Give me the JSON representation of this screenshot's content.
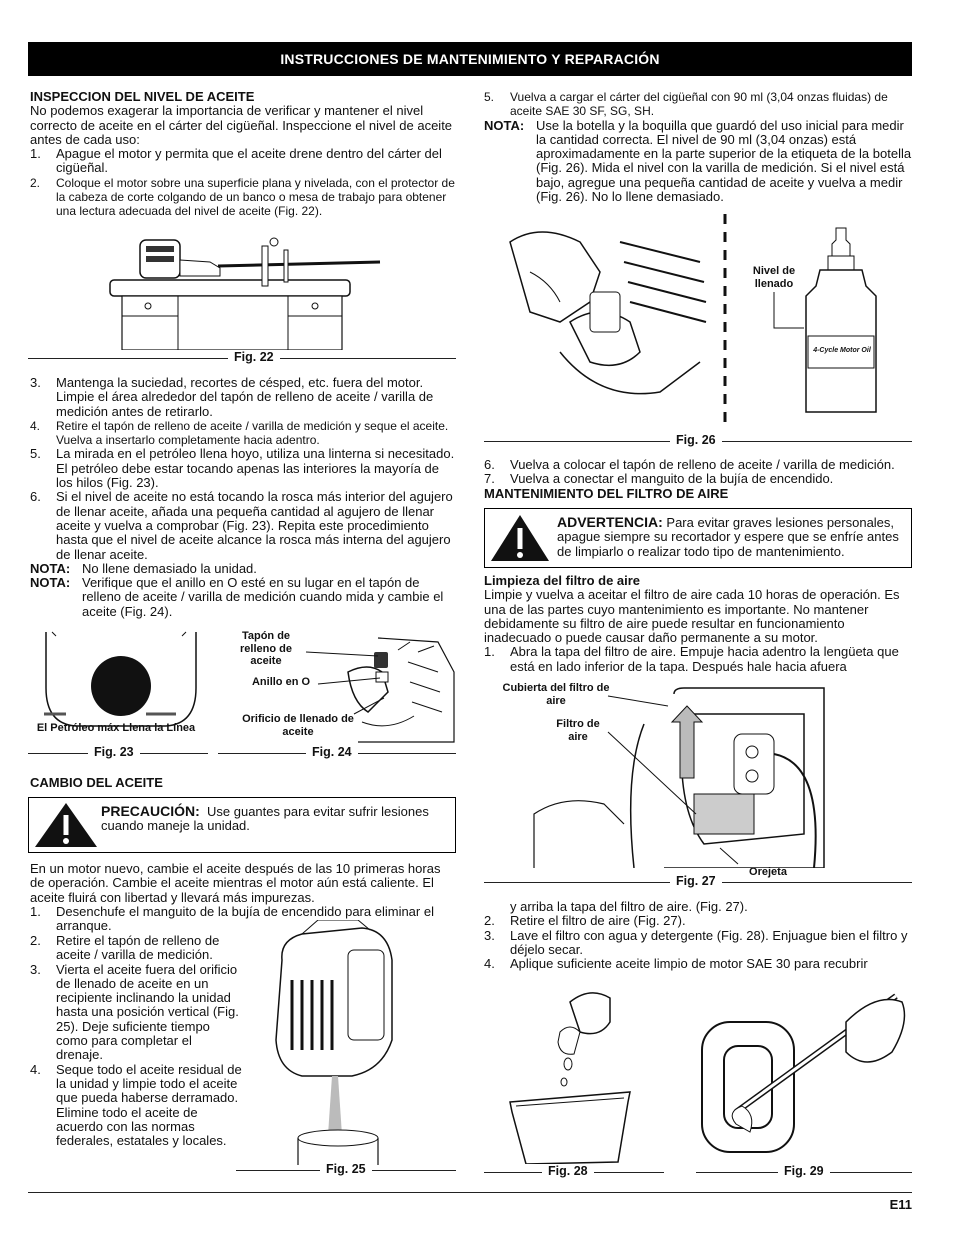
{
  "banner": "INSTRUCCIONES DE MANTENIMIENTO Y REPARACIÓN",
  "left": {
    "oil_check_heading": "INSPECCION DEL NIVEL DE ACEITE",
    "oil_check_intro": "No podemos exagerar la importancia de verificar y mantener el nivel correcto de aceite en el cárter del cigüeñal. Inspeccione el nivel de aceite antes de cada uso:",
    "step1_n": "1.",
    "step1": "Apague el motor y permita que el aceite drene dentro del cárter del cigüeñal.",
    "step2_n": "2.",
    "step2": "Coloque el motor sobre una superficie plana y nivelada, con el protector de la cabeza de corte colgando de un banco o mesa de trabajo para obtener una lectura adecuada del nivel de aceite (Fig. 22).",
    "fig22": "Fig. 22",
    "step3_n": "3.",
    "step3": "Mantenga la suciedad, recortes de césped, etc. fuera del motor. Limpie el área alrededor del tapón de relleno de aceite / varilla de medición antes de retirarlo.",
    "step4_n": "4.",
    "step4": "Retire el tapón de relleno de aceite / varilla de medición y seque el aceite. Vuelva a insertarlo completamente hacia adentro.",
    "step5_n": "5.",
    "step5": "La mirada en el petróleo llena hoyo, utiliza una linterna si necesitado. El petróleo debe estar tocando apenas las interiores la mayoría de los hilos (Fig. 23).",
    "step6_n": "6.",
    "step6": "Si el nivel de aceite no está tocando la rosca más interior del agujero de llenar aceite, añada una pequeña cantidad al agujero de llenar aceite y vuelva a comprobar (Fig. 23). Repita este procedimiento hasta que el nivel de aceite alcance la rosca más interna del agujero de llenar aceite.",
    "note_key": "NOTA:",
    "note1": "No llene demasiado la unidad.",
    "note2": "Verifique que el anillo en O esté en su lugar en el tapón de relleno de aceite / varilla de medición cuando mida y cambie el aceite (Fig. 24).",
    "fig23_label": "El Petróleo máx Llena la Línea",
    "fig23": "Fig. 23",
    "fig24_cap": "Tapón de relleno de aceite",
    "fig24_oring": "Anillo en O",
    "fig24_hole": "Orificio de llenado de aceite",
    "fig24": "Fig. 24",
    "oil_change_heading": "CAMBIO DEL ACEITE",
    "caution_kw": "PRECAUCIÓN:",
    "caution_text": "Use guantes para evitar sufrir lesiones cuando maneje la unidad.",
    "change_intro": "En un motor nuevo, cambie el aceite después de las 10 primeras horas de operación. Cambie el aceite mientras el motor aún está caliente. El aceite fluirá con libertad y llevará más impurezas.",
    "c1_n": "1.",
    "c1": "Desenchufe el manguito de la bujía de encendido para eliminar el arranque.",
    "c2_n": "2.",
    "c2": "Retire el tapón de relleno de aceite / varilla de medición.",
    "c3_n": "3.",
    "c3": "Vierta el aceite fuera del orificio de llenado de aceite en un recipiente inclinando la unidad hasta una posición vertical (Fig. 25). Deje suficiente tiempo como para completar el drenaje.",
    "c4_n": "4.",
    "c4": "Seque todo el aceite residual de la unidad y limpie todo el aceite que pueda haberse derramado. Elimine todo el aceite de acuerdo con las normas federales, estatales y locales.",
    "fig25": "Fig. 25"
  },
  "right": {
    "c5_n": "5.",
    "c5": "Vuelva a cargar el cárter del cigüeñal con 90 ml (3,04 onzas fluidas) de aceite SAE 30 SF, SG, SH.",
    "note_key": "NOTA:",
    "note3": "Use la botella y la boquilla que guardó del uso inicial para medir la cantidad correcta. El nivel de  90 ml (3,04 onzas) está aproximadamente en la parte superior de la etiqueta de la botella (Fig. 26). Mida el nivel con la varilla de medición. Si el nivel está bajo, agregue una pequeña cantidad de aceite y vuelva a medir (Fig. 26). No lo llene demasiado.",
    "fig26_fill": "Nivel de llenado",
    "bottle_label": "4-Cycle Motor Oil",
    "fig26": "Fig. 26",
    "c6_n": "6.",
    "c6": "Vuelva a colocar el tapón de relleno de aceite / varilla de medición.",
    "c7_n": "7.",
    "c7": "Vuelva a conectar el manguito de la bujía de encendido.",
    "air_heading": "MANTENIMIENTO DEL FILTRO DE AIRE",
    "warn_kw": "ADVERTENCIA:",
    "warn_text": "Para evitar graves lesiones personales, apague siempre su recortador y espere que se enfríe antes de limpiarlo o realizar todo tipo de mantenimiento.",
    "clean_heading": "Limpieza del filtro de aire",
    "clean_intro": "Limpie y vuelva a aceitar el filtro de aire cada 10 horas de operación. Es una de las partes cuyo mantenimiento es importante. No mantener debidamente su filtro de aire puede resultar en funcionamiento inadecuado o puede causar daño permanente a su motor.",
    "a1_n": "1.",
    "a1": "Abra la tapa del filtro de aire. Empuje hacia adentro la lengüeta que está en lado inferior de la tapa. Después hale hacia afuera",
    "fig27_cover": "Cubierta del filtro de aire",
    "fig27_filter": "Filtro de aire",
    "fig27_tab": "Orejeta",
    "fig27": "Fig. 27",
    "a1_cont": "y arriba la tapa del filtro de aire. (Fig. 27).",
    "a2_n": "2.",
    "a2": "Retire el filtro de aire (Fig. 27).",
    "a3_n": "3.",
    "a3": "Lave el filtro con agua y detergente (Fig. 28). Enjuague bien el filtro y déjelo secar.",
    "a4_n": "4.",
    "a4": "Aplique suficiente aceite limpio de motor SAE 30 para recubrir",
    "fig28": "Fig. 28",
    "fig29": "Fig. 29"
  },
  "page_number": "E11"
}
